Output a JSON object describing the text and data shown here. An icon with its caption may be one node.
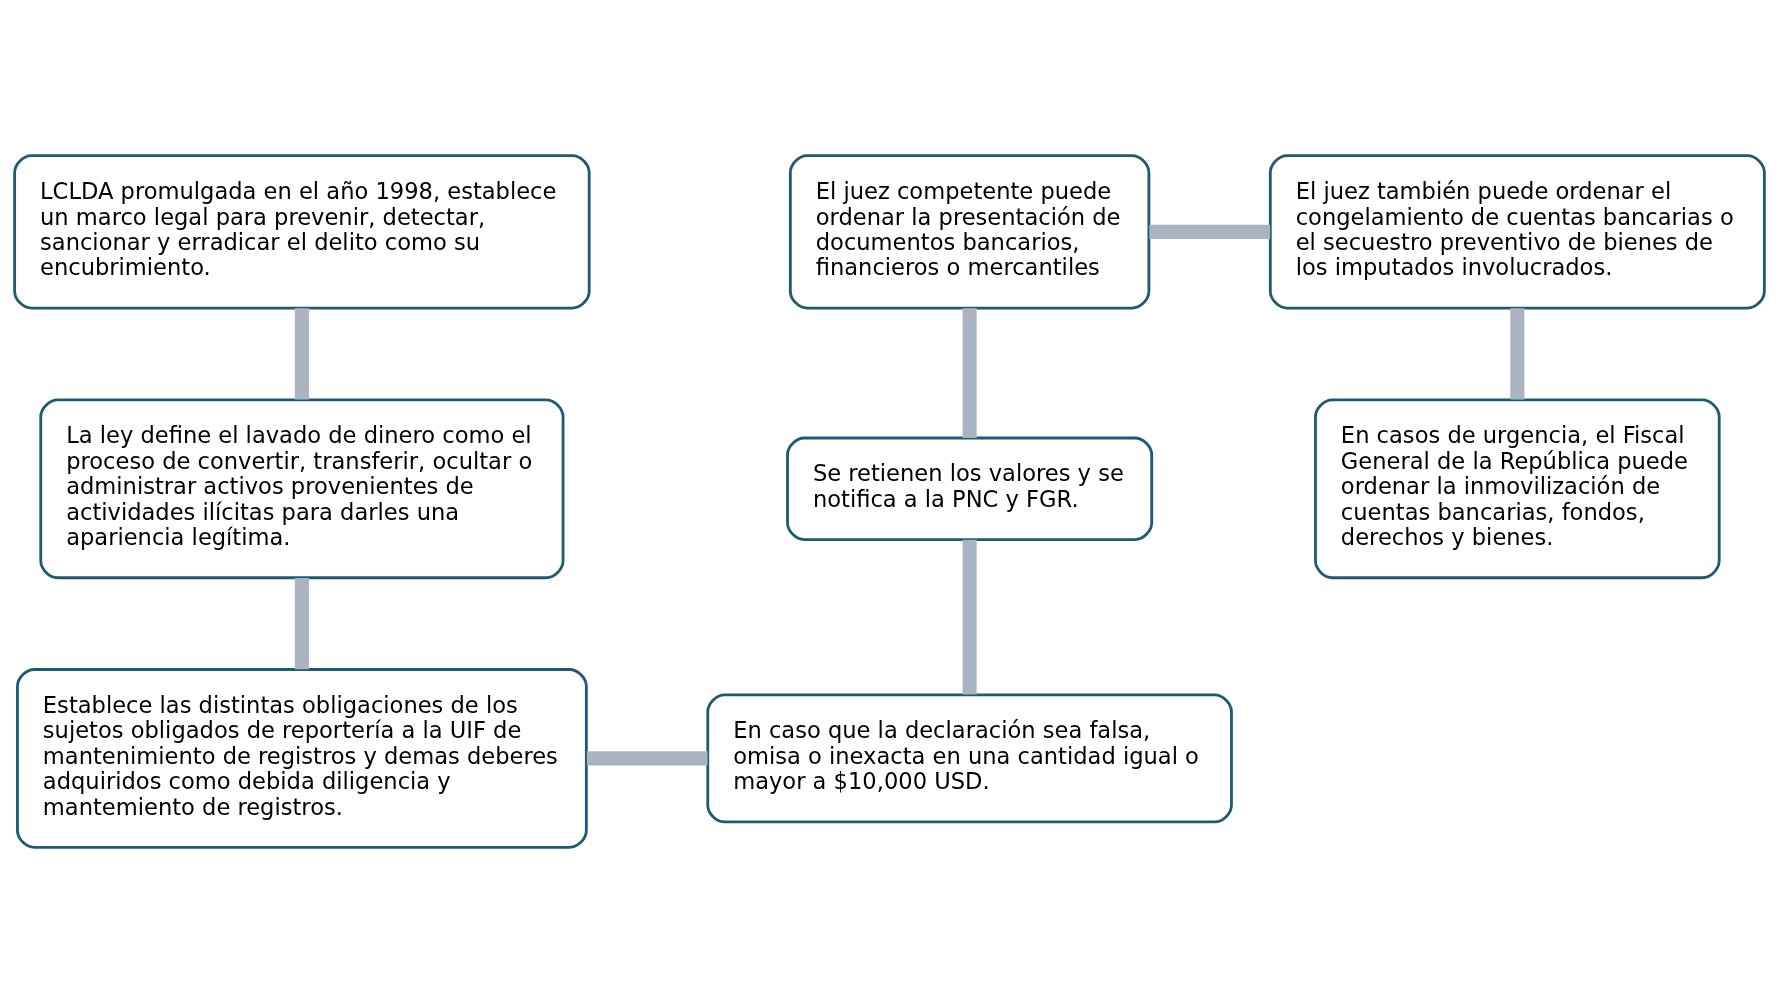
{
  "diagram": {
    "nodes": [
      {
        "text": [
          "LCLDA promulgada en el año 1998, establece un marco legal para prevenir, detectar, sancionar y erradicar el delito como su encubrimiento."
        ]
      },
      {
        "text": [
          "La ley define el lavado de dinero como el proceso de convertir, transferir, ocultar o administrar activos provenientes de actividades ilícitas para darles una apariencia legítima."
        ]
      },
      {
        "text": [
          "Establece las distintas obligaciones de los sujetos obligados de reportería a la UIF de mantenimiento de registros y demas deberes adquiridos como debida diligencia y mantemiento de registros."
        ]
      },
      {
        "text": [
          "En caso que la declaración sea falsa, omisa o inexacta en una cantidad igual o mayor a $10,000 USD."
        ]
      },
      {
        "text": [
          "Se retienen los valores y se notifica a la PNC y FGR."
        ]
      },
      {
        "text": [
          "El juez competente puede ordenar la presentación de documentos bancarios, financieros o mercantiles"
        ]
      },
      {
        "text": [
          "El juez también puede ordenar el congelamiento de cuentas bancarias o el secuestro preventivo de bienes de los imputados involucrados."
        ]
      },
      {
        "text": [
          "En casos de urgencia, el Fiscal General de la República puede ordenar la inmovilización de cuentas bancarias, fondos, derechos y bienes."
        ]
      }
    ],
    "edges": [
      {
        "from": 0,
        "to": 1,
        "arrow": "none"
      },
      {
        "from": 1,
        "to": 2,
        "arrow": "none"
      },
      {
        "from": 2,
        "to": 3,
        "arrow": "none"
      },
      {
        "from": 3,
        "to": 4,
        "arrow": "none"
      },
      {
        "from": 4,
        "to": 5,
        "arrow": "none"
      },
      {
        "from": 5,
        "to": 6,
        "arrow": "none"
      },
      {
        "from": 6,
        "to": 7,
        "arrow": "none"
      }
    ]
  }
}
